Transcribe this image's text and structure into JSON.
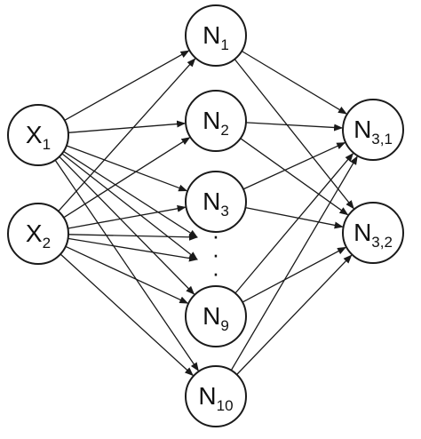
{
  "colors": {
    "stroke": "#1a1a1a",
    "text": "#111111",
    "background": "#ffffff"
  },
  "nodes": [
    {
      "id": "x1",
      "base": "X",
      "sub": "1"
    },
    {
      "id": "x2",
      "base": "X",
      "sub": "2"
    },
    {
      "id": "n1",
      "base": "N",
      "sub": "1"
    },
    {
      "id": "n2",
      "base": "N",
      "sub": "2"
    },
    {
      "id": "n3",
      "base": "N",
      "sub": "3"
    },
    {
      "id": "n9",
      "base": "N",
      "sub": "9"
    },
    {
      "id": "n10",
      "base": "N",
      "sub": "10"
    },
    {
      "id": "n31",
      "base": "N",
      "sub": "3,1"
    },
    {
      "id": "n32",
      "base": "N",
      "sub": "3,2"
    }
  ],
  "ellipsis": "· · ·",
  "edges": [
    [
      "x1",
      "n1"
    ],
    [
      "x1",
      "n2"
    ],
    [
      "x1",
      "n3"
    ],
    [
      "x1",
      "gap1"
    ],
    [
      "x1",
      "gap2"
    ],
    [
      "x1",
      "n9"
    ],
    [
      "x1",
      "n10"
    ],
    [
      "x2",
      "n1"
    ],
    [
      "x2",
      "n2"
    ],
    [
      "x2",
      "n3"
    ],
    [
      "x2",
      "gap1"
    ],
    [
      "x2",
      "gap2"
    ],
    [
      "x2",
      "n9"
    ],
    [
      "x2",
      "n10"
    ],
    [
      "n1",
      "n31"
    ],
    [
      "n1",
      "n32"
    ],
    [
      "n2",
      "n31"
    ],
    [
      "n2",
      "n32"
    ],
    [
      "n3",
      "n31"
    ],
    [
      "n3",
      "n32"
    ],
    [
      "n9",
      "n31"
    ],
    [
      "n9",
      "n32"
    ],
    [
      "n10",
      "n31"
    ],
    [
      "n10",
      "n32"
    ]
  ]
}
